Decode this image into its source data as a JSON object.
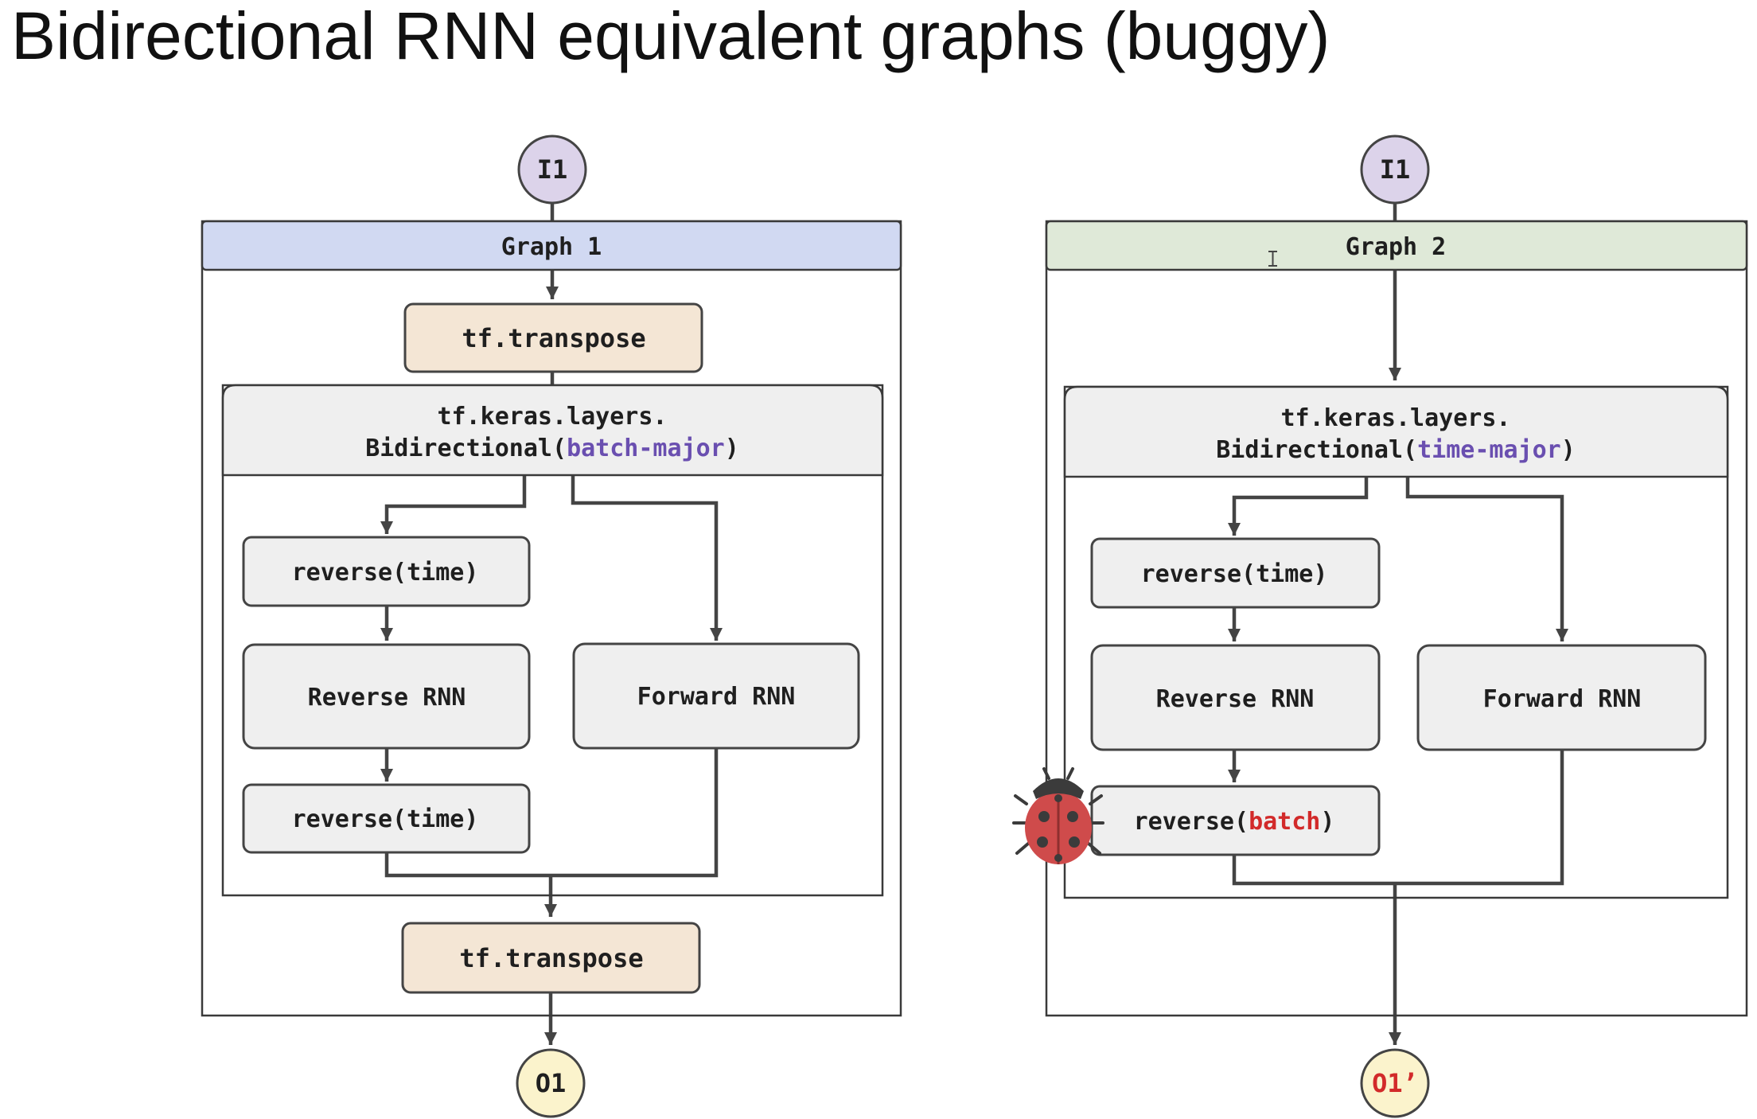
{
  "title": "Bidirectional RNN equivalent graphs (buggy)",
  "colors": {
    "graph1_header": "#d1d9f2",
    "graph2_header": "#dfe9d8",
    "transpose_box": "#f4e6d5",
    "node_box": "#efefef",
    "input_node": "#dcd3ea",
    "output_node": "#fbf3cc",
    "purple_text": "#6a4fb0",
    "red_text": "#d22a2a"
  },
  "graph1": {
    "input": "I1",
    "header": "Graph 1",
    "transpose_top": "tf.transpose",
    "bidir_line1": "tf.keras.layers.",
    "bidir_line2_prefix": "Bidirectional(",
    "bidir_mode": "batch-major",
    "bidir_line2_suffix": ")",
    "reverse_top": "reverse(time)",
    "reverse_rnn": "Reverse RNN",
    "forward_rnn": "Forward RNN",
    "reverse_bottom": "reverse(time)",
    "transpose_bottom": "tf.transpose",
    "output": "O1"
  },
  "graph2": {
    "input": "I1",
    "header": "Graph 2",
    "bidir_line1": "tf.keras.layers.",
    "bidir_line2_prefix": "Bidirectional(",
    "bidir_mode": "time-major",
    "bidir_line2_suffix": ")",
    "reverse_top": "reverse(time)",
    "reverse_rnn": "Reverse RNN",
    "forward_rnn": "Forward RNN",
    "reverse_bottom_prefix": "reverse(",
    "reverse_bottom_mode": "batch",
    "reverse_bottom_suffix": ")",
    "output": "O1’"
  },
  "icons": {
    "bug": "ladybug-icon",
    "cursor": "text-cursor-icon"
  }
}
